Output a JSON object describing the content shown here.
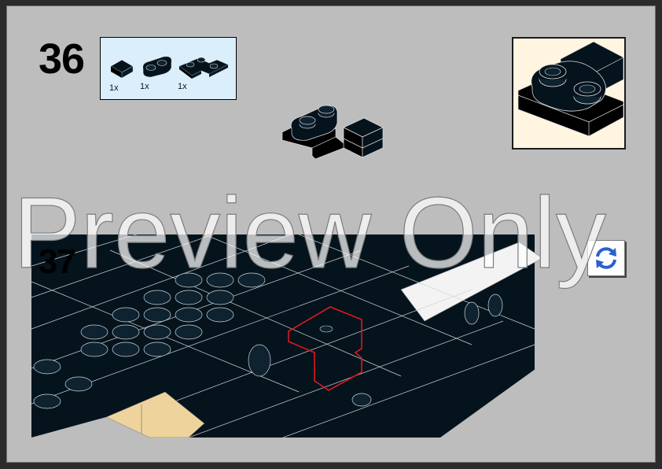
{
  "steps": [
    {
      "number": "36",
      "parts": [
        {
          "icon": "tile-1x1-icon",
          "qty": "1x",
          "color": "#05131d"
        },
        {
          "icon": "plate-1x2-rounded-icon",
          "qty": "1x",
          "color": "#05131d"
        },
        {
          "icon": "plate-2x2-corner-icon",
          "qty": "1x",
          "color": "#05131d"
        }
      ],
      "callout": {
        "description": "sub-assembly detail view",
        "background": "#fff5e1"
      }
    },
    {
      "number": "37",
      "highlight_color": "#e0181f"
    }
  ],
  "controls": {
    "rotate_icon": "rotate-arrows-icon",
    "rotate_color": "#2a5fd0"
  },
  "watermark": {
    "text": "Preview Only"
  },
  "colors": {
    "frame": "#2b2b2b",
    "page": "#bdbdbd",
    "parts_list_bg": "#daeefc",
    "brick_black": "#05131d",
    "tan": "#eed49c"
  }
}
